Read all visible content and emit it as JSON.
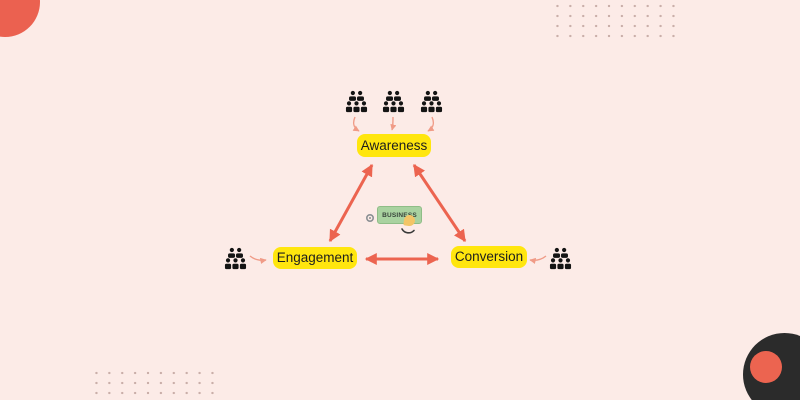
{
  "page": {
    "background": "#fcebe7"
  },
  "diagram": {
    "nodes": {
      "awareness": {
        "label": "Awareness"
      },
      "engagement": {
        "label": "Engagement"
      },
      "conversion": {
        "label": "Conversion"
      }
    },
    "center_badge": {
      "label": "BUSINESS"
    },
    "relations": [
      {
        "from": "awareness",
        "to": "engagement",
        "style": "double-arrow"
      },
      {
        "from": "awareness",
        "to": "conversion",
        "style": "double-arrow"
      },
      {
        "from": "engagement",
        "to": "conversion",
        "style": "double-arrow"
      }
    ],
    "audience_icons": {
      "awareness_count": 3,
      "engagement_count": 1,
      "conversion_count": 1
    }
  },
  "icons": {
    "crowd": "crowd-icon",
    "cursor": "cursor-click-icon",
    "gear": "gear-icon"
  },
  "colors": {
    "background": "#fcebe7",
    "accent_coral": "#ec6450",
    "connector_salmon": "#f09b87",
    "node_yellow": "#ffe60e",
    "node_text": "#1e1e1e",
    "badge_green": "#a9d2a0",
    "badge_text": "#38433a",
    "cursor_yellow": "#f3c567",
    "dark_blob": "#2b2b2b",
    "icon_black": "#141414",
    "dot_gray": "#bfa39e"
  }
}
